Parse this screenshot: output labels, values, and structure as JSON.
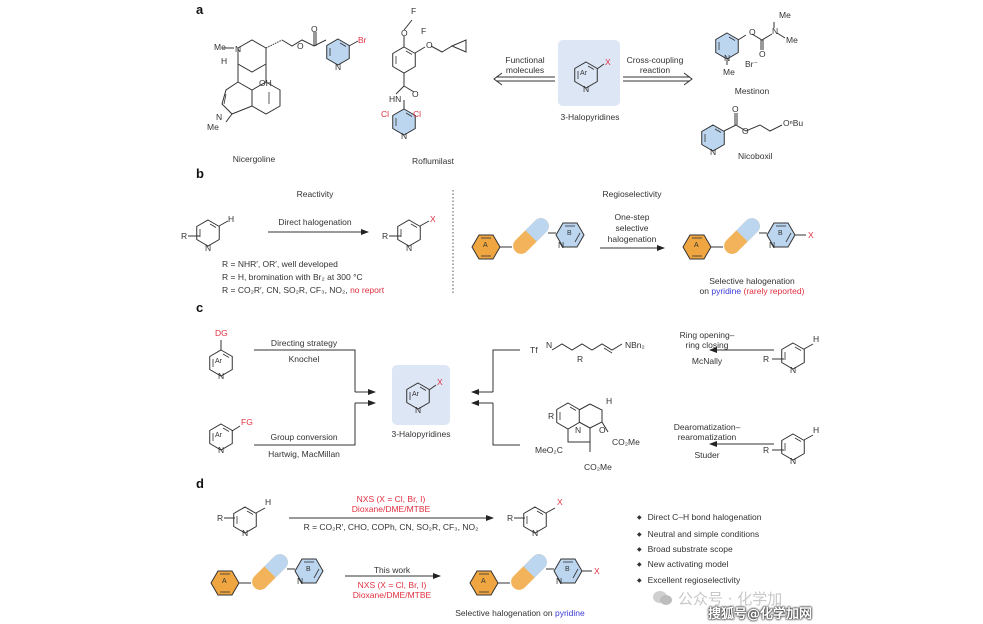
{
  "figure": {
    "panels": {
      "a": {
        "label": "a",
        "compounds": {
          "nicergoline": "Nicergoline",
          "roflumilast": "Roflumilast",
          "mestinon": "Mestinon",
          "nicoboxil": "Nicoboxil"
        },
        "center_label": "3-Halopyridines",
        "left_arrow_label": [
          "Functional",
          "molecules"
        ],
        "right_arrow_label": [
          "Cross-coupling",
          "reaction"
        ],
        "atoms": {
          "ar": "Ar",
          "x": "X",
          "n": "N",
          "br": "Br",
          "cl": "Cl",
          "f": "F",
          "o": "O",
          "oh": "OH",
          "me": "Me",
          "hn": "HN",
          "h": "H",
          "br_minus": "Br⁻",
          "obu": "OⁿBu"
        }
      },
      "b": {
        "label": "b",
        "left_title": "Reactivity",
        "right_title": "Regioselectivity",
        "left_arrow_label": "Direct halogenation",
        "right_arrow_label": [
          "One-step",
          "selective",
          "halogenation"
        ],
        "conditions": [
          {
            "text": "R = NHR′, OR′, well developed"
          },
          {
            "text": "R = H, bromination with Br₂ at 300 °C"
          },
          {
            "text": "R = CO₂R′, CN, SO₂R, CF₃, NO₂, ",
            "highlight": "no report"
          }
        ],
        "outcome": {
          "line1": "Selective halogenation",
          "prefix": "on ",
          "pyridine": "pyridine",
          "note": " (rarely reported)"
        }
      },
      "c": {
        "label": "c",
        "center_label": "3-Halopyridines",
        "routes": [
          {
            "line1": "Directing strategy",
            "line2": "Knochel",
            "group": "DG"
          },
          {
            "line1": "Group conversion",
            "line2": "Hartwig, MacMillan",
            "group": "FG"
          },
          {
            "line1": "Ring opening–",
            "line1b": "ring closing",
            "line2": "McNally"
          },
          {
            "line1": "Dearomatization–",
            "line1b": "rearomatization",
            "line2": "Studer"
          }
        ],
        "intermediates": {
          "tf": "Tf",
          "nbn2": "NBn₂",
          "co2me": "CO₂Me",
          "meo2c": "MeO₂C"
        }
      },
      "d": {
        "label": "d",
        "top_reagents": [
          "NXS (X = Cl, Br, I)",
          "Dioxane/DME/MTBE"
        ],
        "top_scope": "R = CO₂R′, CHO, COPh, CN, SO₂R, CF₃, NO₂",
        "bottom_title": "This work",
        "bottom_reagents": [
          "NXS (X = Cl, Br, I)",
          "Dioxane/DME/MTBE"
        ],
        "outcome": {
          "prefix": "Selective halogenation on ",
          "pyridine": "pyridine"
        },
        "highlights": [
          "Direct C–H bond halogenation",
          "Neutral and simple conditions",
          "Broad substrate scope",
          "New activating model",
          "Excellent regioselectivity"
        ]
      }
    },
    "watermark": {
      "line1": "公众号 · 化学加",
      "line2": "搜狐号@化学加网"
    },
    "colors": {
      "pyridine_fill": "#bcd6f0",
      "highlight_box": "#dde6f5",
      "orange": "#f3b35a",
      "orange_ring": "#f0a640",
      "red": "#e03040",
      "blue": "#3a3ad8"
    }
  }
}
